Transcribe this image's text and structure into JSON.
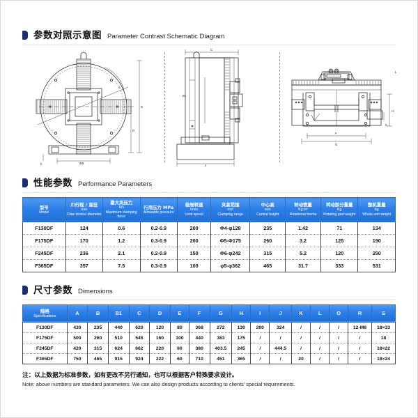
{
  "sections": {
    "diagram": {
      "cn": "参数对照示意图",
      "en": "Parameter Contrast Schematic Diagram"
    },
    "performance": {
      "cn": "性能参数",
      "en": "Performance Parameters"
    },
    "dimensions": {
      "cn": "尺寸参数",
      "en": "Dimensions"
    }
  },
  "diagram_labels": {
    "front_view": [
      "E",
      "D",
      "B",
      "A",
      "ΦB",
      "h"
    ],
    "side_view": [
      "C",
      "J",
      "B1"
    ],
    "top_view": [
      "F",
      "G",
      "H",
      "K",
      "L"
    ]
  },
  "performance_table": {
    "headers": [
      {
        "cn": "型号",
        "unit": "",
        "en": "Model"
      },
      {
        "cn": "爪行程 / 直径",
        "unit": "mm",
        "en": "Claw stroke/ diameter"
      },
      {
        "cn": "最大夹压力",
        "unit": "KN",
        "en": "Maximum clamping force"
      },
      {
        "cn": "行用压力 MPa",
        "unit": "",
        "en": "Allowable pressure"
      },
      {
        "cn": "极限转速",
        "unit": "r/min",
        "en": "Limit speed"
      },
      {
        "cn": "夹紧范围",
        "unit": "mm",
        "en": "Clamping range"
      },
      {
        "cn": "中心高",
        "unit": "mm",
        "en": "Central height"
      },
      {
        "cn": "转动惯量",
        "unit": "Kg.m²",
        "en": "Rotational inertia"
      },
      {
        "cn": "转动部分重量",
        "unit": "Kg",
        "en": "Rotating part weight"
      },
      {
        "cn": "整机重量",
        "unit": "kg",
        "en": "Whole unit weight"
      }
    ],
    "rows": [
      [
        "F130DF",
        "124",
        "0.6",
        "0.2-0.9",
        "200",
        "Φ4-φ128",
        "235",
        "1.42",
        "71",
        "134"
      ],
      [
        "F175DF",
        "170",
        "1.2",
        "0.3-0.9",
        "200",
        "Φ5-Φ175",
        "260",
        "3.2",
        "125",
        "190"
      ],
      [
        "F245DF",
        "236",
        "2.1",
        "0.2-0.9",
        "150",
        "Φ6-φ242",
        "315",
        "5.2",
        "120",
        "250"
      ],
      [
        "F365DF",
        "357",
        "7.5",
        "0.3-0.9",
        "100",
        "φ5-φ362",
        "465",
        "31.7",
        "333",
        "531"
      ]
    ]
  },
  "dimensions_table": {
    "first_header": {
      "cn": "规格",
      "en": "Specifications"
    },
    "headers": [
      "A",
      "B",
      "B1",
      "C",
      "D",
      "E",
      "F",
      "G",
      "H",
      "I",
      "J",
      "K",
      "L",
      "O",
      "R",
      "S"
    ],
    "rows": [
      [
        "F130DF",
        "430",
        "235",
        "440",
        "620",
        "120",
        "80",
        "368",
        "272",
        "130",
        "200",
        "324",
        "/",
        "/",
        "/",
        "12-M6",
        "18×33"
      ],
      [
        "F175DF",
        "500",
        "260",
        "510",
        "545",
        "160",
        "100",
        "440",
        "363",
        "175",
        "/",
        "/",
        "/",
        "/",
        "/",
        "/",
        "18"
      ],
      [
        "F245DF",
        "420",
        "315",
        "624",
        "662",
        "220",
        "60",
        "380",
        "403.5",
        "245",
        "/",
        "444.5",
        "/",
        "/",
        "/",
        "/",
        "18×22"
      ],
      [
        "F365DF",
        "750",
        "465",
        "915",
        "924",
        "222",
        "60",
        "710",
        "451",
        "365",
        "/",
        "/",
        "20",
        "/",
        "/",
        "/",
        "18×24"
      ]
    ]
  },
  "note": {
    "cn": "注：以上数据为标准参数，如有更改不另行通知，也可以根据客户特殊要求设计。",
    "en": "Note: above numbers are standard parameters. We can also design products according to clients' special requirements."
  },
  "colors": {
    "header_blue": "#2e7ee8",
    "marker_navy": "#1b2f6e",
    "border_gray": "#4a4a4a",
    "page_border": "#d8d8d8"
  }
}
